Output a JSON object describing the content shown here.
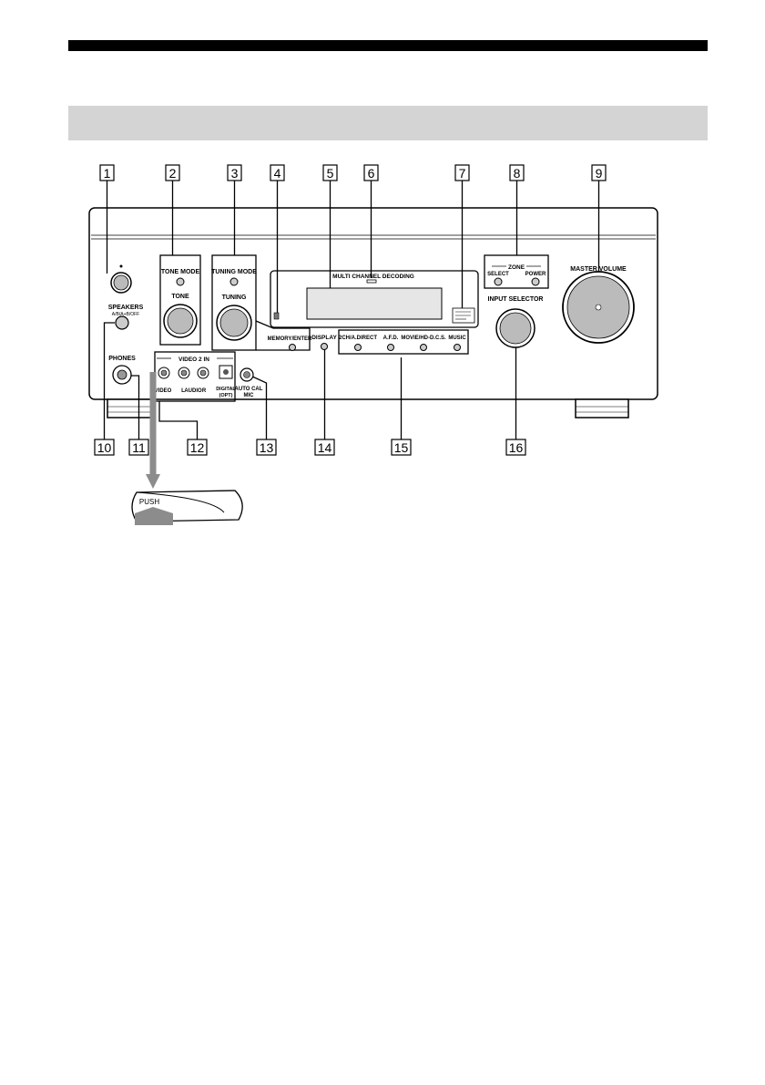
{
  "callouts": [
    "1",
    "2",
    "3",
    "4",
    "5",
    "6",
    "7",
    "8",
    "9",
    "10",
    "11",
    "12",
    "13",
    "14",
    "15",
    "16"
  ],
  "panel": {
    "tone_mode": "TONE MODE",
    "tone": "TONE",
    "tuning_mode": "TUNING MODE",
    "tuning": "TUNING",
    "memory_enter": "MEMORY/ENTER",
    "multichannel_decoding": "MULTI CHANNEL DECODING",
    "speakers": "SPEAKERS",
    "speakers_sub": "A/B/A+B/OFF",
    "phones": "PHONES",
    "video2_in": "VIDEO 2 IN",
    "video": "VIDEO",
    "audio_l": "L",
    "audio": "AUDIO",
    "audio_r": "R",
    "digital": "DIGITAL",
    "digital_opt": "(OPT)",
    "auto_cal": "AUTO CAL",
    "mic": "MIC",
    "display": "DISPLAY",
    "mode_2ch": "2CH/A.DIRECT",
    "mode_afd": "A.F.D.",
    "mode_movie": "MOVIE/HD-D.C.S.",
    "mode_music": "MUSIC",
    "zone": "ZONE",
    "select": "SELECT",
    "power": "POWER",
    "input_selector": "INPUT SELECTOR",
    "master_volume": "MASTER VOLUME",
    "push": "PUSH"
  }
}
